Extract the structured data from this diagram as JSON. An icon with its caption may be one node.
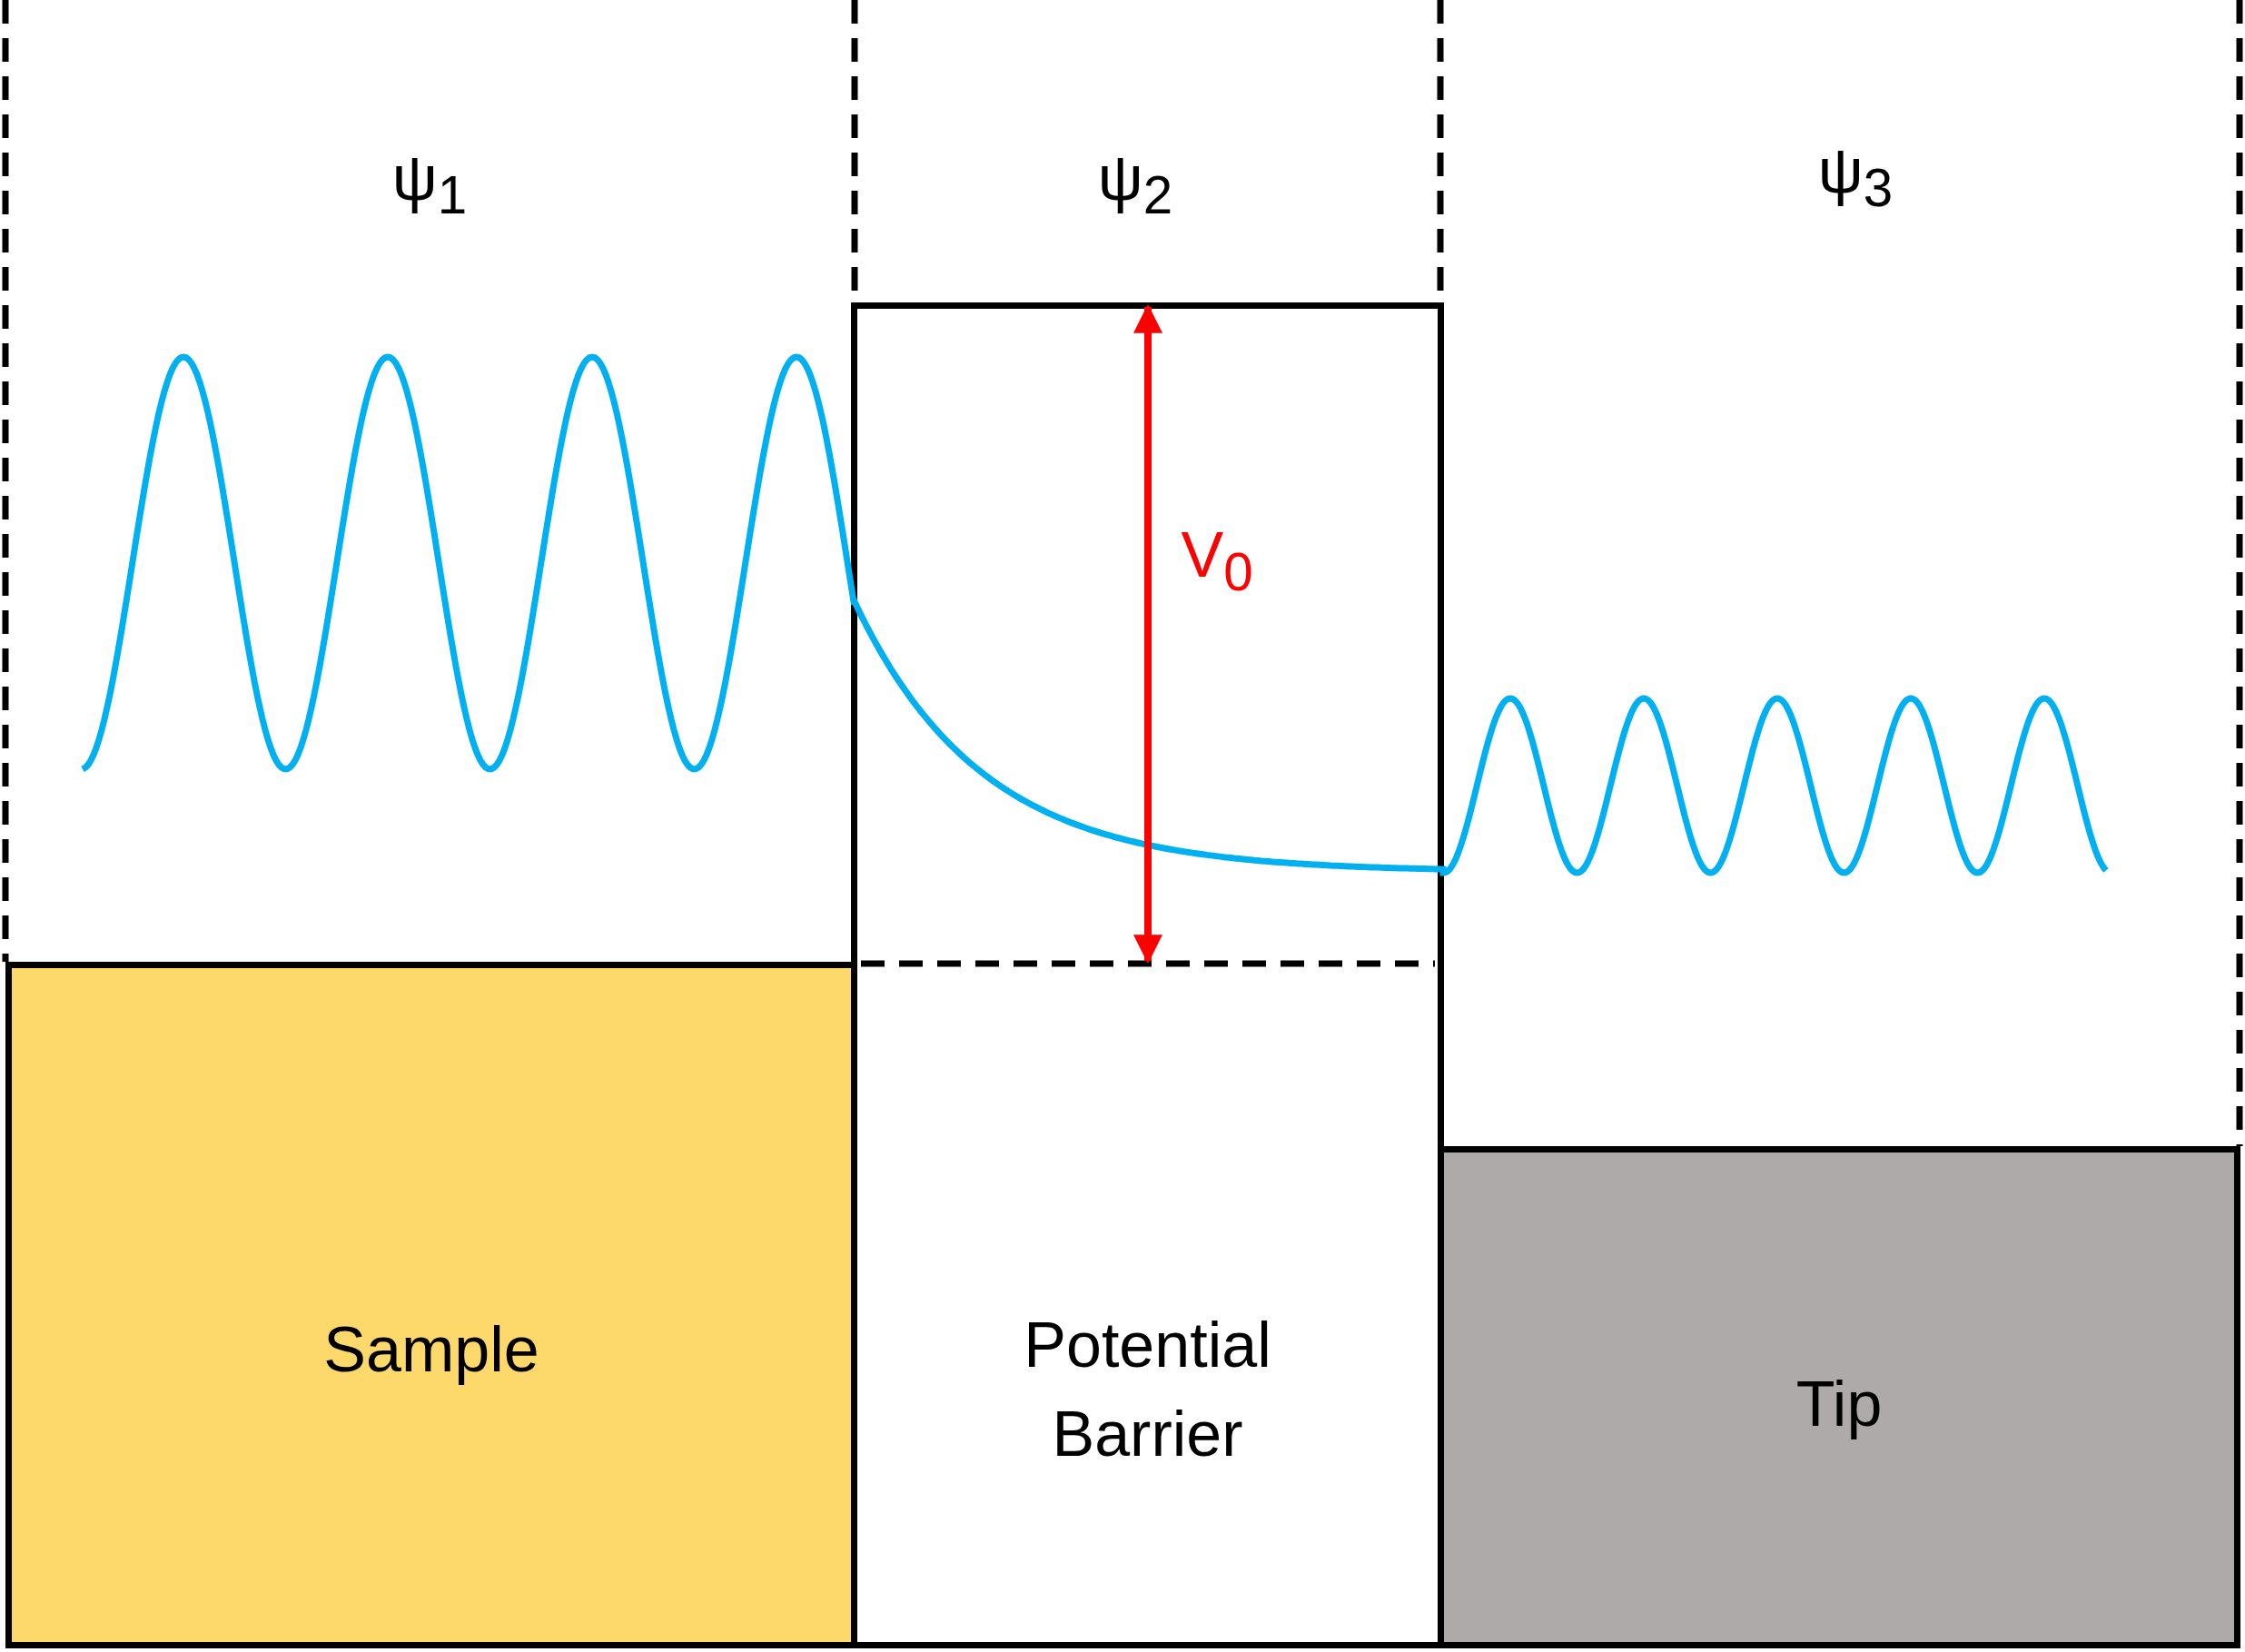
{
  "diagram": {
    "nodes": [
      {
        "text": [
          "Sample"
        ]
      },
      {
        "text": [
          "Potential Barrier"
        ]
      },
      {
        "text": [
          "Tip"
        ]
      }
    ],
    "labels": [
      "ψ$_{1}$",
      "ψ$_{2}$",
      "ψ$_{3}$",
      "V$_{0}$"
    ]
  }
}
